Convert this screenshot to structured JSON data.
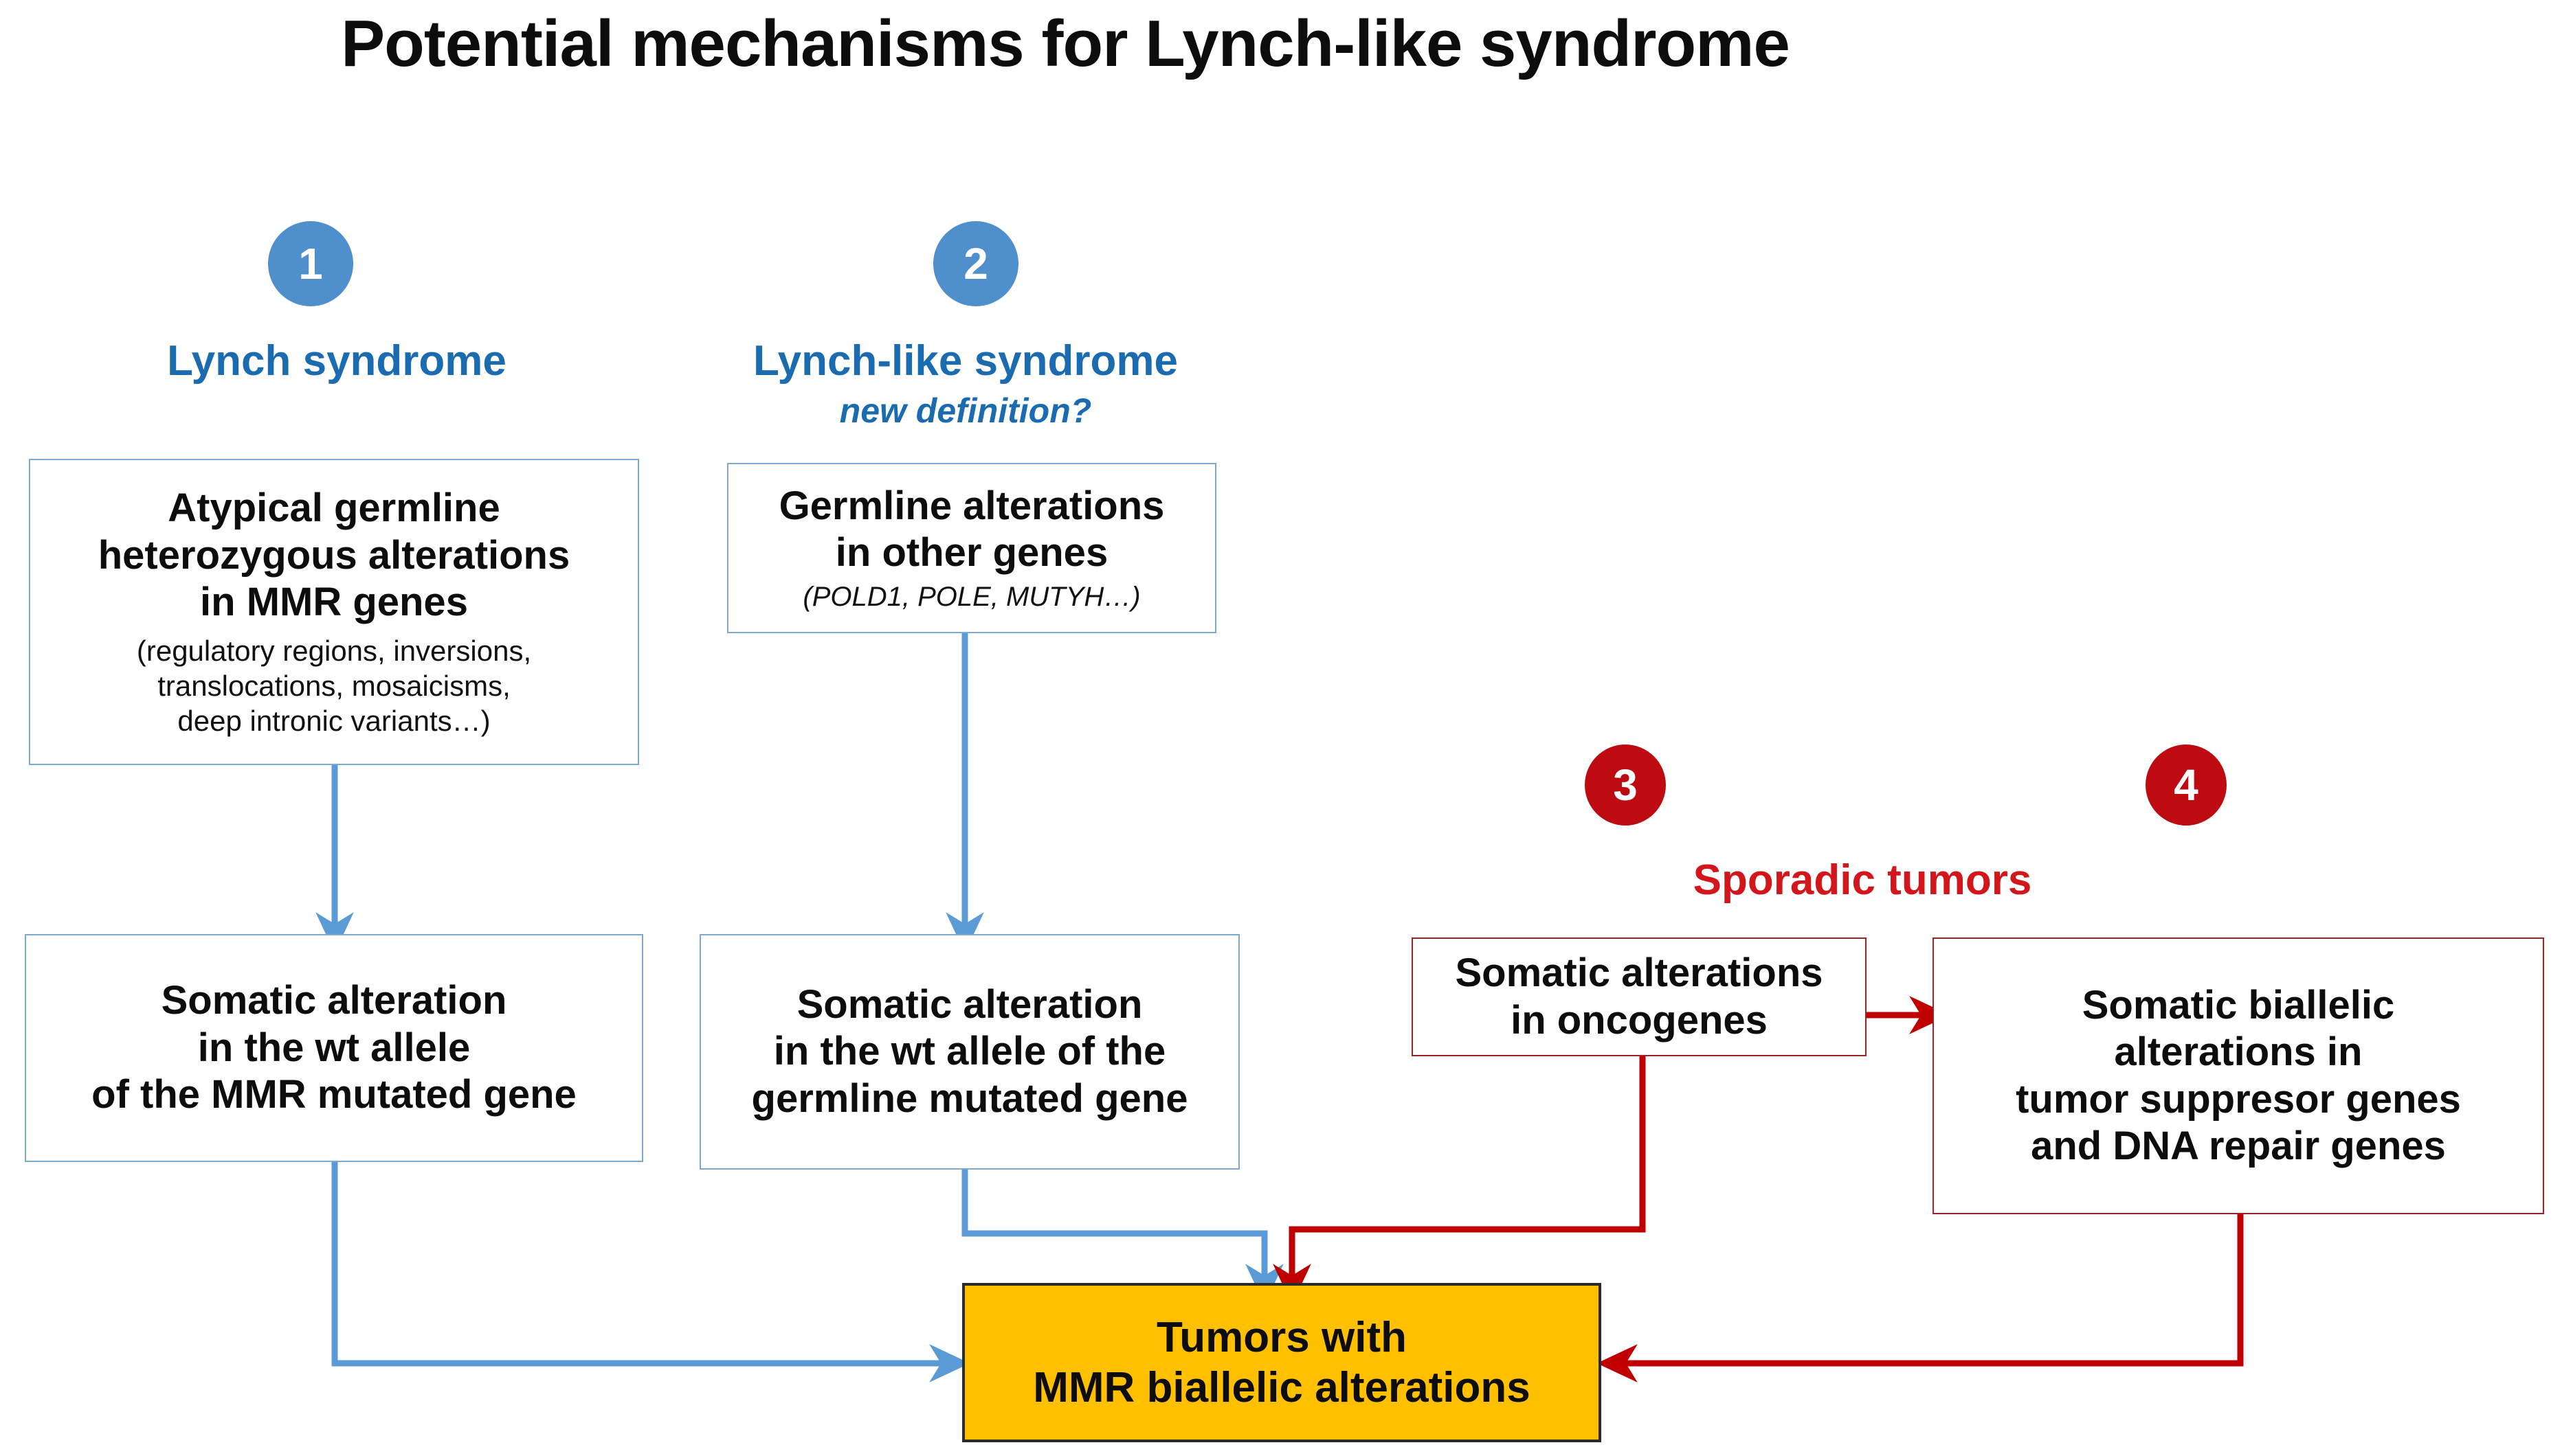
{
  "title": "Potential mechanisms for Lynch-like syndrome",
  "colors": {
    "blue_accent": "#4E8FCC",
    "blue_heading": "#1B6BB0",
    "blue_border": "#7FA9CE",
    "blue_arrow": "#5B9BD5",
    "red_badge": "#BE0B11",
    "red_heading": "#D2161C",
    "red_border": "#9E2326",
    "red_arrow": "#C00000",
    "yellow_fill": "#FFC000",
    "yellow_border": "#2B2B2B",
    "text": "#0D0D0D"
  },
  "badges": [
    {
      "id": 1,
      "label": "1",
      "color": "blue"
    },
    {
      "id": 2,
      "label": "2",
      "color": "blue"
    },
    {
      "id": 3,
      "label": "3",
      "color": "red"
    },
    {
      "id": 4,
      "label": "4",
      "color": "red"
    }
  ],
  "headings": {
    "lynch": "Lynch syndrome",
    "lynch_like": "Lynch-like syndrome",
    "lynch_like_sub": "new definition?",
    "sporadic": "Sporadic tumors"
  },
  "boxes": {
    "germline_mmr": {
      "lines_big": [
        "Atypical germline",
        "heterozygous alterations",
        "in MMR genes"
      ],
      "lines_small": [
        "(regulatory regions, inversions,",
        "translocations, mosaicisms,",
        "deep intronic variants…)"
      ]
    },
    "germline_other": {
      "lines_big": [
        "Germline alterations",
        "in other genes"
      ],
      "lines_italic": [
        "(POLD1, POLE, MUTYH…)"
      ]
    },
    "somatic_mmr": {
      "lines_big": [
        "Somatic alteration",
        "in the wt allele",
        "of the MMR mutated gene"
      ]
    },
    "somatic_germline": {
      "lines_big": [
        "Somatic alteration",
        "in the wt allele of the",
        "germline mutated gene"
      ]
    },
    "oncogenes": {
      "lines_big": [
        "Somatic alterations",
        "in oncogenes"
      ]
    },
    "biallelic_tsg": {
      "lines_big": [
        "Somatic biallelic",
        "alterations in",
        "tumor suppresor genes",
        "and DNA repair genes"
      ]
    },
    "tumors": {
      "lines_big": [
        "Tumors with",
        "MMR biallelic alterations"
      ]
    }
  },
  "connectors": [
    {
      "name": "germline-mmr-to-somatic-mmr",
      "color": "blue",
      "style": "vertical-arrow"
    },
    {
      "name": "germline-other-to-somatic-germline",
      "color": "blue",
      "style": "vertical-arrow"
    },
    {
      "name": "somatic-mmr-to-tumors",
      "color": "blue",
      "style": "elbow-right-arrow"
    },
    {
      "name": "somatic-germline-to-tumors",
      "color": "blue",
      "style": "elbow-down-arrow"
    },
    {
      "name": "oncogenes-to-biallelic-tsg",
      "color": "red",
      "style": "horizontal-arrow"
    },
    {
      "name": "oncogenes-to-tumors",
      "color": "red",
      "style": "elbow-down-arrow"
    },
    {
      "name": "biallelic-tsg-to-tumors",
      "color": "red",
      "style": "elbow-left-arrow"
    }
  ]
}
